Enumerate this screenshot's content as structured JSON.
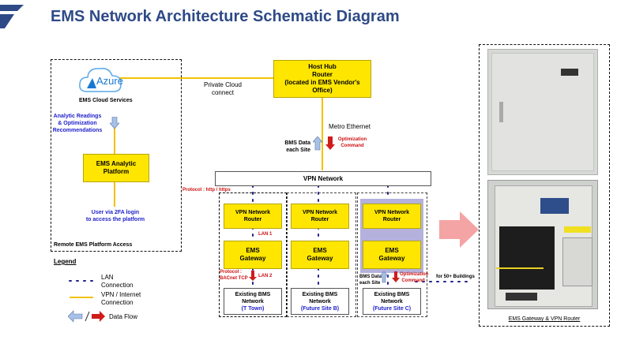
{
  "title": "EMS Network Architecture Schematic Diagram",
  "remote_panel": {
    "azure_label": "Azure",
    "cloud_services": "EMS Cloud Services",
    "analytic_readings": [
      "Analytic Readings",
      "& Optimization",
      "Recommendations"
    ],
    "platform_box": [
      "EMS Analytic",
      "Platform"
    ],
    "user_login": [
      "User via 2FA login",
      "to access the platform"
    ],
    "panel_label": "Remote EMS Platform Access"
  },
  "private_cloud": [
    "Private Cloud",
    "connect"
  ],
  "host_hub": [
    "Host Hub",
    "Router",
    "(located in EMS Vendor's",
    "Office)"
  ],
  "metro_ethernet": "Metro Ethernet",
  "top_bms_data": [
    "BMS Data",
    "each Site"
  ],
  "top_optimization": [
    "Optimization",
    "Command"
  ],
  "vpn_network": "VPN Network",
  "protocol_http": "Protocol : http / https",
  "sites": [
    {
      "router": [
        "VPN Network",
        "Router"
      ],
      "gateway": [
        "EMS",
        "Gateway"
      ],
      "bms": [
        "Existing BMS",
        "Network"
      ],
      "site": "(T Town)"
    },
    {
      "router": [
        "VPN Network",
        "Router"
      ],
      "gateway": [
        "EMS",
        "Gateway"
      ],
      "bms": [
        "Existing BMS",
        "Network"
      ],
      "site": "(Future Site B)"
    },
    {
      "router": [
        "VPN Network",
        "Router"
      ],
      "gateway": [
        "EMS",
        "Gateway"
      ],
      "bms": [
        "Existing BMS",
        "Network"
      ],
      "site": "(Future Site C)"
    }
  ],
  "lan1": "LAN 1",
  "lan2": "LAN 2",
  "protocol_bacnet": [
    "Protocol :",
    "BACnet TCP"
  ],
  "site_c_bms_data": [
    "BMS Data",
    "each Site"
  ],
  "site_c_optimization": [
    "Optimization",
    "Command"
  ],
  "for_buildings": "for 50+ Buildings",
  "legend": {
    "title": "Legend",
    "lan": [
      "LAN",
      "Connection"
    ],
    "vpn": [
      "VPN / Internet",
      "Connection"
    ],
    "data_flow": "Data Flow"
  },
  "photo_caption": "EMS Gateway & VPN Router",
  "colors": {
    "title": "#2e4a86",
    "yellow": "#ffe600",
    "dotted_blue": "#22228a",
    "site_c_bg": "#b4b2dc",
    "arrow_pink": "#f4a4a4"
  }
}
